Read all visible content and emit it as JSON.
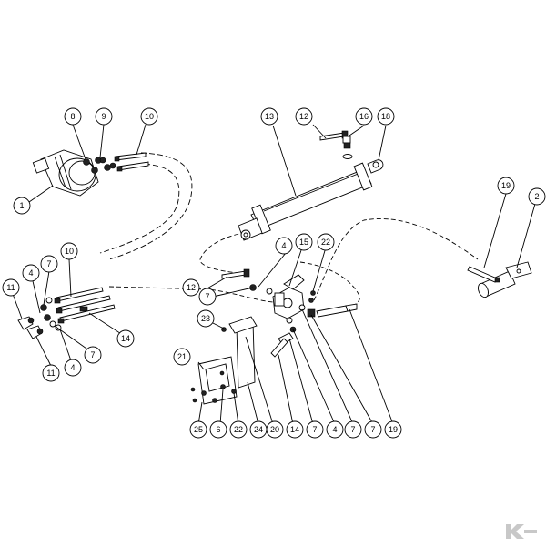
{
  "diagram": {
    "callouts": {
      "c1": "1",
      "c2": "2",
      "c4a": "4",
      "c4b": "4",
      "c4c": "4",
      "c4d": "4",
      "c6": "6",
      "c7a": "7",
      "c7b": "7",
      "c7c": "7",
      "c7d": "7",
      "c7e": "7",
      "c7f": "7",
      "c8": "8",
      "c9": "9",
      "c10a": "10",
      "c10b": "10",
      "c11a": "11",
      "c11b": "11",
      "c12a": "12",
      "c12b": "12",
      "c13": "13",
      "c14a": "14",
      "c14b": "14",
      "c15": "15",
      "c16": "16",
      "c18": "18",
      "c19a": "19",
      "c19b": "19",
      "c20": "20",
      "c21": "21",
      "c22a": "22",
      "c22b": "22",
      "c23": "23",
      "c24": "24",
      "c25": "25"
    }
  },
  "brand": {
    "logo_name": "kramp-logo",
    "color": "#c8c8c8"
  }
}
